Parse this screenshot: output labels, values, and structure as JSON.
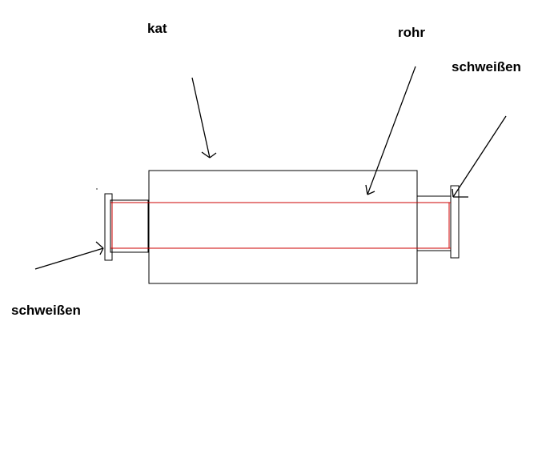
{
  "labels": {
    "kat": "kat",
    "rohr": "rohr",
    "weld_right": "schweißen",
    "weld_left": "schweißen"
  },
  "colors": {
    "outline": "#000000",
    "pipe": "#cc0000",
    "background": "#ffffff"
  }
}
